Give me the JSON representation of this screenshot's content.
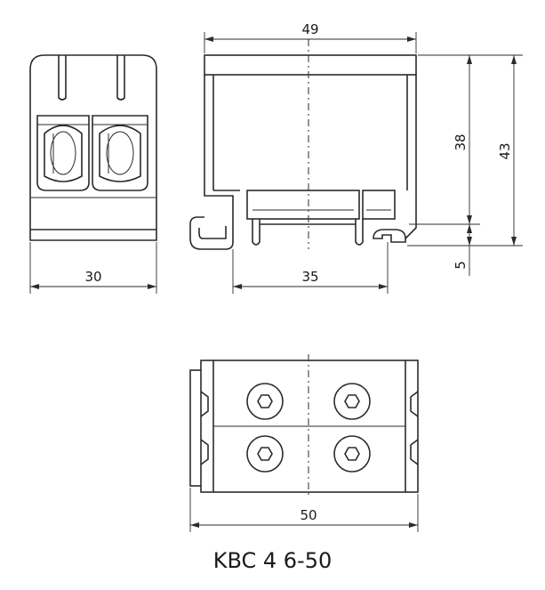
{
  "title": "KBC 4 6-50",
  "dimensions": {
    "front_width": "30",
    "side_width": "49",
    "rail_span": "35",
    "inner_height": "38",
    "total_height": "43",
    "base_offset": "5",
    "top_length": "50"
  }
}
